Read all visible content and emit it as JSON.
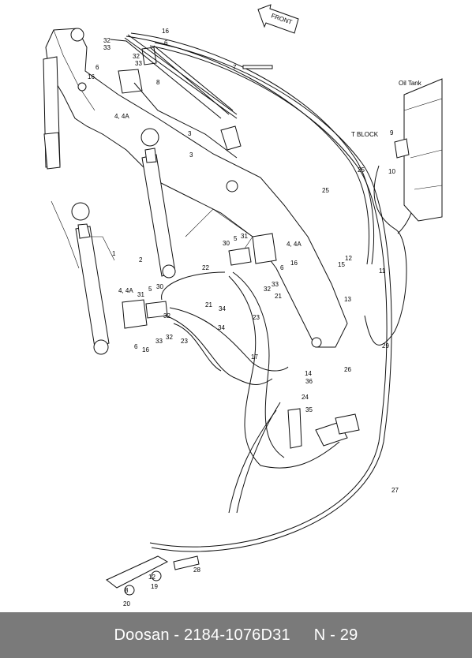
{
  "diagram": {
    "direction_label": "FRONT",
    "labels": {
      "oil_tank": "Oil Tank",
      "t_block": "T BLOCK",
      "p1": "1",
      "p2": "2",
      "p3a": "3",
      "p3b": "3",
      "p44_top": "4, 4A",
      "p44_mid": "4, 4A",
      "p44_left": "4, 4A",
      "p5a": "5",
      "p5b": "5",
      "p6a": "6",
      "p6b": "6",
      "p6c": "6",
      "p6d": "6",
      "p7": "7",
      "p8": "8",
      "p9": "9",
      "p10": "10",
      "p11": "11",
      "p12a": "12",
      "p12b": "12",
      "p13": "13",
      "p14": "14",
      "p15": "15",
      "p16a": "16",
      "p16b": "16",
      "p16c": "16",
      "p16d": "16",
      "p17": "17",
      "p8b": "8",
      "p19": "19",
      "p20": "20",
      "p21a": "21",
      "p21b": "21",
      "p22": "22",
      "p23a": "23",
      "p23b": "23",
      "p24": "24",
      "p25a": "25",
      "p25b": "25",
      "p26": "26",
      "p27": "27",
      "p28": "28",
      "p29": "29",
      "p30a": "30",
      "p30b": "30",
      "p31a": "31",
      "p31b": "31",
      "p32a": "32",
      "p32b": "32",
      "p32c": "32",
      "p32d": "32",
      "p32e": "32",
      "p33a": "33",
      "p33b": "33",
      "p33c": "33",
      "p33d": "33",
      "p34a": "34",
      "p34b": "34",
      "p35": "35",
      "p36": "36"
    }
  },
  "footer": {
    "part_ref": "Doosan - 2184-1076D31",
    "page_ref": "N - 29"
  }
}
